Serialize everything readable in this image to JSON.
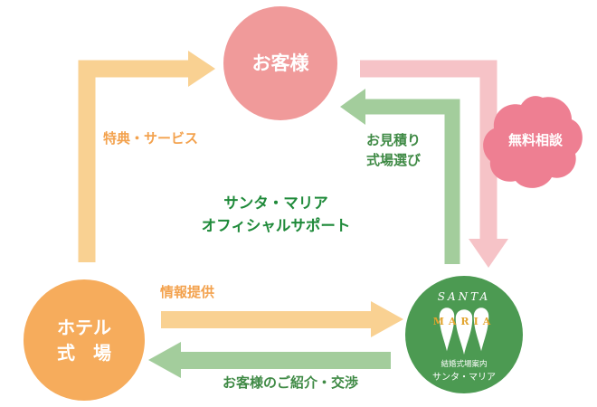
{
  "nodes": {
    "customer": {
      "label": "お客様",
      "color": "#f09a9a"
    },
    "hotel": {
      "line1": "ホテル",
      "line2": "式　場",
      "color": "#f6ac5c"
    },
    "santa_maria": {
      "logo_top": "SANTA",
      "logo_mid": "MARIA",
      "caption1": "結婚式場案内",
      "caption2": "サンタ・マリア",
      "color": "#4c9a52"
    },
    "consult": {
      "label": "無料相談",
      "color": "#ee7f92"
    }
  },
  "flows": {
    "hotel_to_customer": {
      "label": "特典・サービス",
      "color": "#f9d192"
    },
    "santa_to_customer": {
      "label_line1": "お見積り",
      "label_line2": "式場選び",
      "color": "#a3cd9c"
    },
    "customer_to_santa": {
      "color": "#f6c3c7"
    },
    "hotel_to_santa": {
      "label": "情報提供",
      "color": "#f9d192"
    },
    "santa_to_hotel": {
      "label": "お客様のご紹介・交渉",
      "color": "#a3cd9c"
    }
  },
  "center_title": {
    "line1": "サンタ・マリア",
    "line2": "オフィシャルサポート"
  },
  "colors": {
    "orange_text": "#f3a24e",
    "green_text": "#3f8a45",
    "center_text": "#1f8a3a"
  }
}
